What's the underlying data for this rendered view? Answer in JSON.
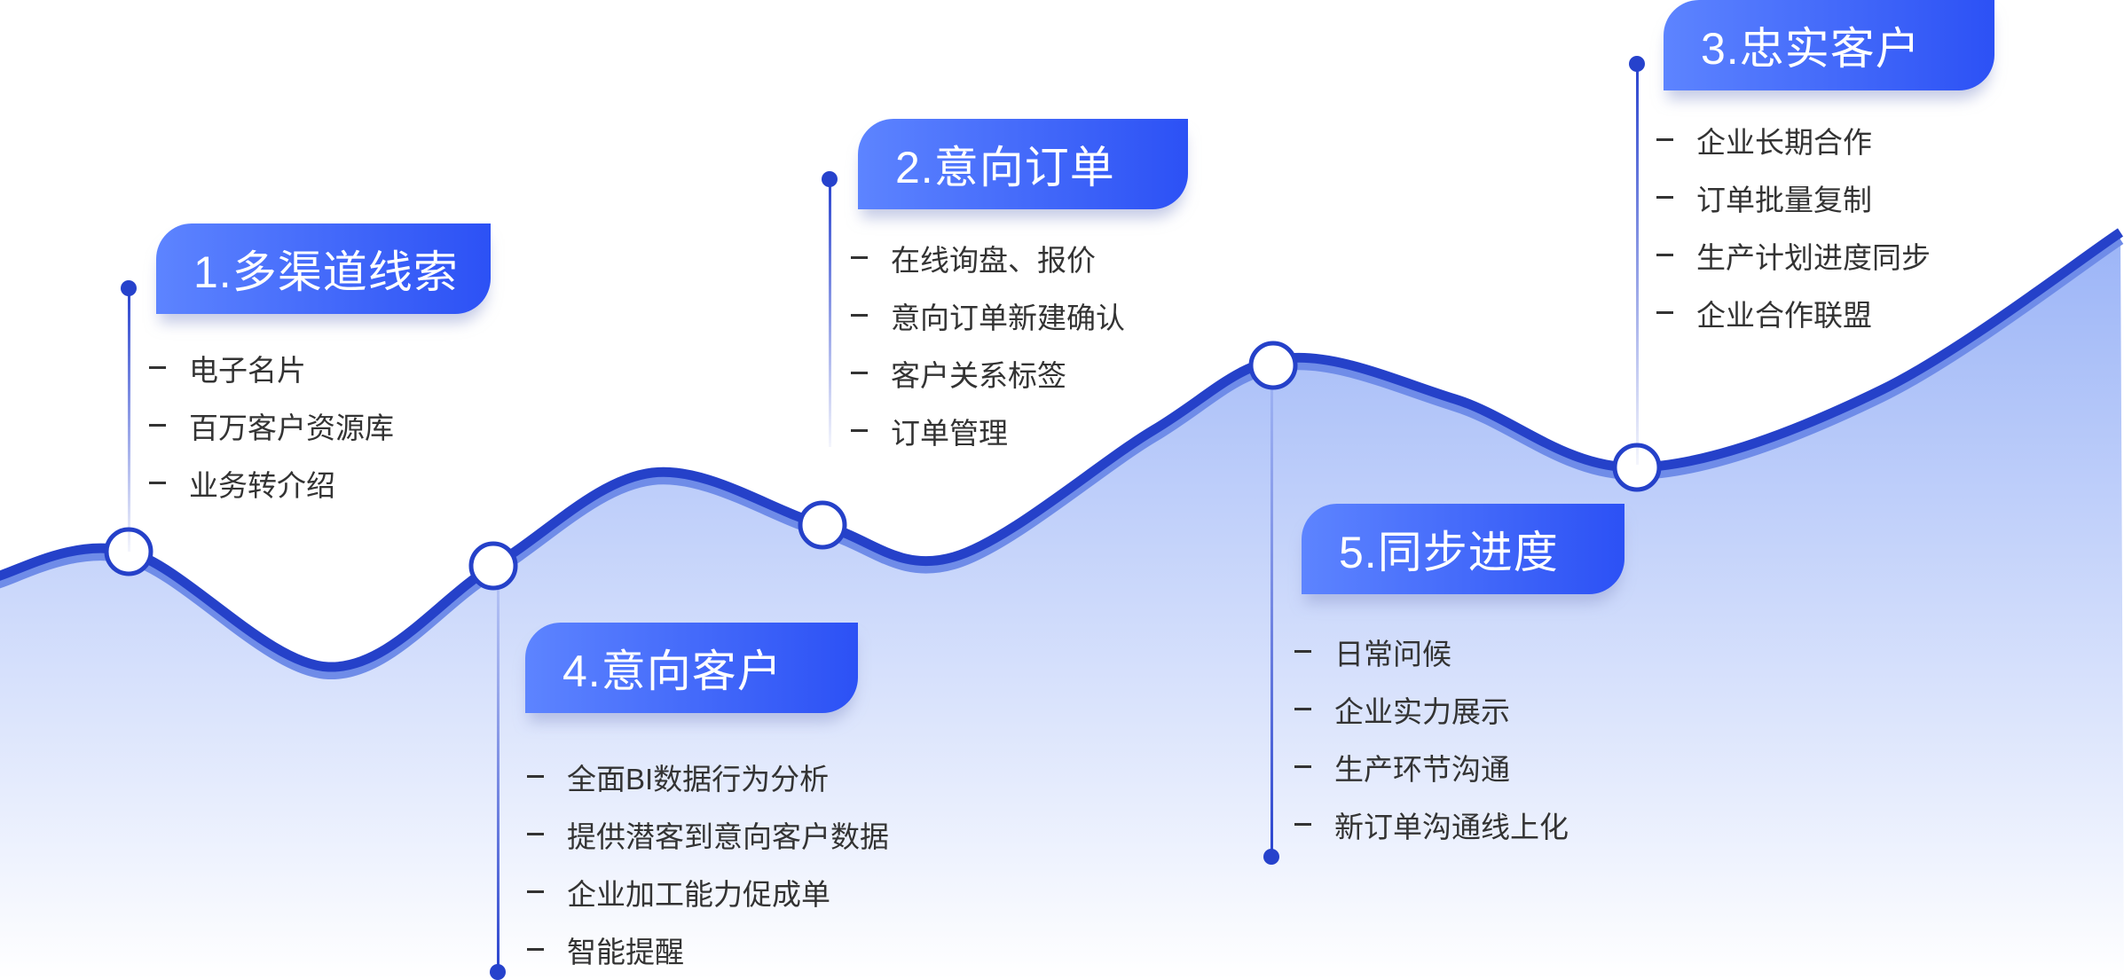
{
  "stages": [
    {
      "title": "1.多渠道线索",
      "items": [
        "电子名片",
        "百万客户资源库",
        "业务转介绍"
      ]
    },
    {
      "title": "2.意向订单",
      "items": [
        "在线询盘、报价",
        "意向订单新建确认",
        "客户关系标签",
        "订单管理"
      ]
    },
    {
      "title": "3.忠实客户",
      "items": [
        "企业长期合作",
        "订单批量复制",
        "生产计划进度同步",
        "企业合作联盟"
      ]
    },
    {
      "title": "4.意向客户",
      "items": [
        "全面BI数据行为分析",
        "提供潜客到意向客户数据",
        "企业加工能力促成单",
        "智能提醒"
      ]
    },
    {
      "title": "5.同步进度",
      "items": [
        "日常问候",
        "企业实力展示",
        "生产环节沟通",
        "新订单沟通线上化"
      ]
    }
  ],
  "colors": {
    "accent": "#2c51f5",
    "line": "#2541c9",
    "fill": "#a9bff8"
  }
}
